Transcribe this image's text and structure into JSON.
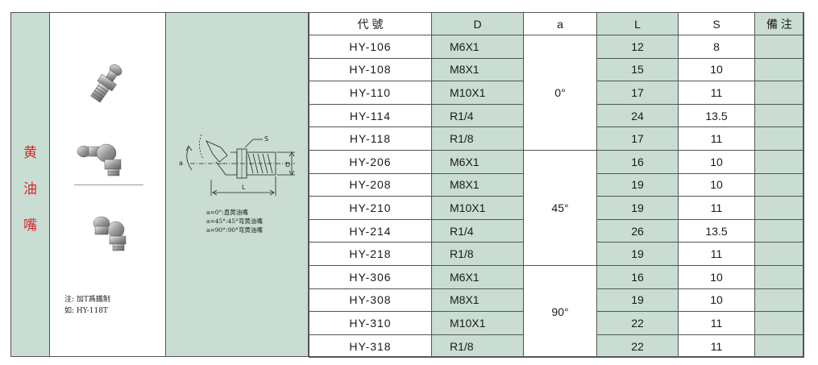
{
  "product_title": [
    "黄",
    "油",
    "嘴"
  ],
  "note": {
    "line1": "注: 加T爲鐵制",
    "line2": "如: HY-118T"
  },
  "drawing": {
    "label_a": "a",
    "label_s": "S",
    "label_d": "D",
    "label_l": "L",
    "legend": [
      "a=0°:直黄油嘴",
      "a=45°:45°弯黄油嘴",
      "a=90°:90°弯黄油嘴"
    ]
  },
  "table": {
    "headers": [
      "代 號",
      "D",
      "a",
      "L",
      "S",
      "備 注"
    ],
    "angle_groups": [
      "0°",
      "45°",
      "90°"
    ],
    "rows": [
      {
        "model": "HY-106",
        "d": "M6X1",
        "l": "12",
        "s": "8"
      },
      {
        "model": "HY-108",
        "d": "M8X1",
        "l": "15",
        "s": "10"
      },
      {
        "model": "HY-110",
        "d": "M10X1",
        "l": "17",
        "s": "11"
      },
      {
        "model": "HY-114",
        "d": "R1/4",
        "l": "24",
        "s": "13.5"
      },
      {
        "model": "HY-118",
        "d": "R1/8",
        "l": "17",
        "s": "11"
      },
      {
        "model": "HY-206",
        "d": "M6X1",
        "l": "16",
        "s": "10"
      },
      {
        "model": "HY-208",
        "d": "M8X1",
        "l": "19",
        "s": "10"
      },
      {
        "model": "HY-210",
        "d": "M10X1",
        "l": "19",
        "s": "11"
      },
      {
        "model": "HY-214",
        "d": "R1/4",
        "l": "26",
        "s": "13.5"
      },
      {
        "model": "HY-218",
        "d": "R1/8",
        "l": "19",
        "s": "11"
      },
      {
        "model": "HY-306",
        "d": "M6X1",
        "l": "16",
        "s": "10"
      },
      {
        "model": "HY-308",
        "d": "M8X1",
        "l": "19",
        "s": "10"
      },
      {
        "model": "HY-310",
        "d": "M10X1",
        "l": "22",
        "s": "11"
      },
      {
        "model": "HY-318",
        "d": "R1/8",
        "l": "22",
        "s": "11"
      }
    ]
  }
}
